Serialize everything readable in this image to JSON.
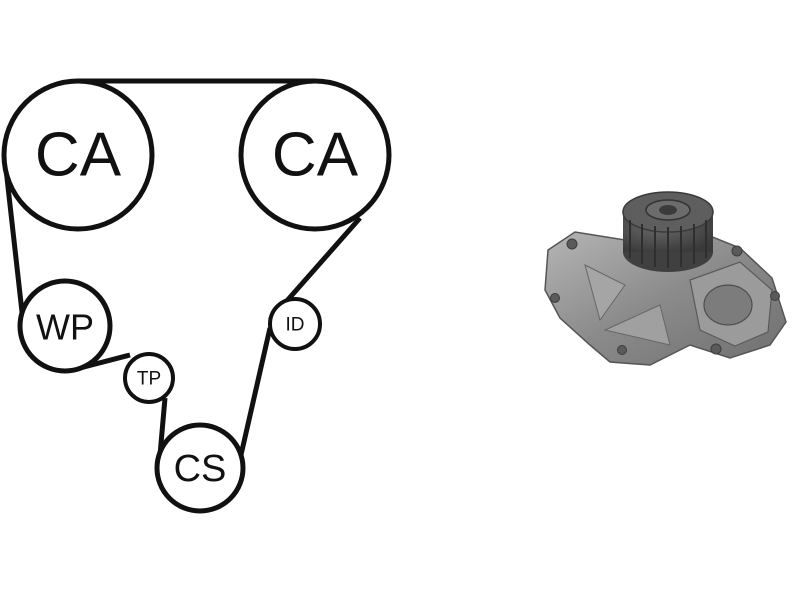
{
  "diagram": {
    "colors": {
      "belt": "#111111",
      "pulley_stroke": "#111111",
      "pump_body": "#8c8c8c",
      "pump_dark": "#4a4a4a"
    },
    "pulleys": [
      {
        "id": "ca-left",
        "label": "CA"
      },
      {
        "id": "ca-right",
        "label": "CA"
      },
      {
        "id": "wp",
        "label": "WP"
      },
      {
        "id": "tp",
        "label": "TP"
      },
      {
        "id": "id",
        "label": "ID"
      },
      {
        "id": "cs",
        "label": "CS"
      }
    ]
  },
  "product": {
    "icon": "water-pump-photo"
  }
}
